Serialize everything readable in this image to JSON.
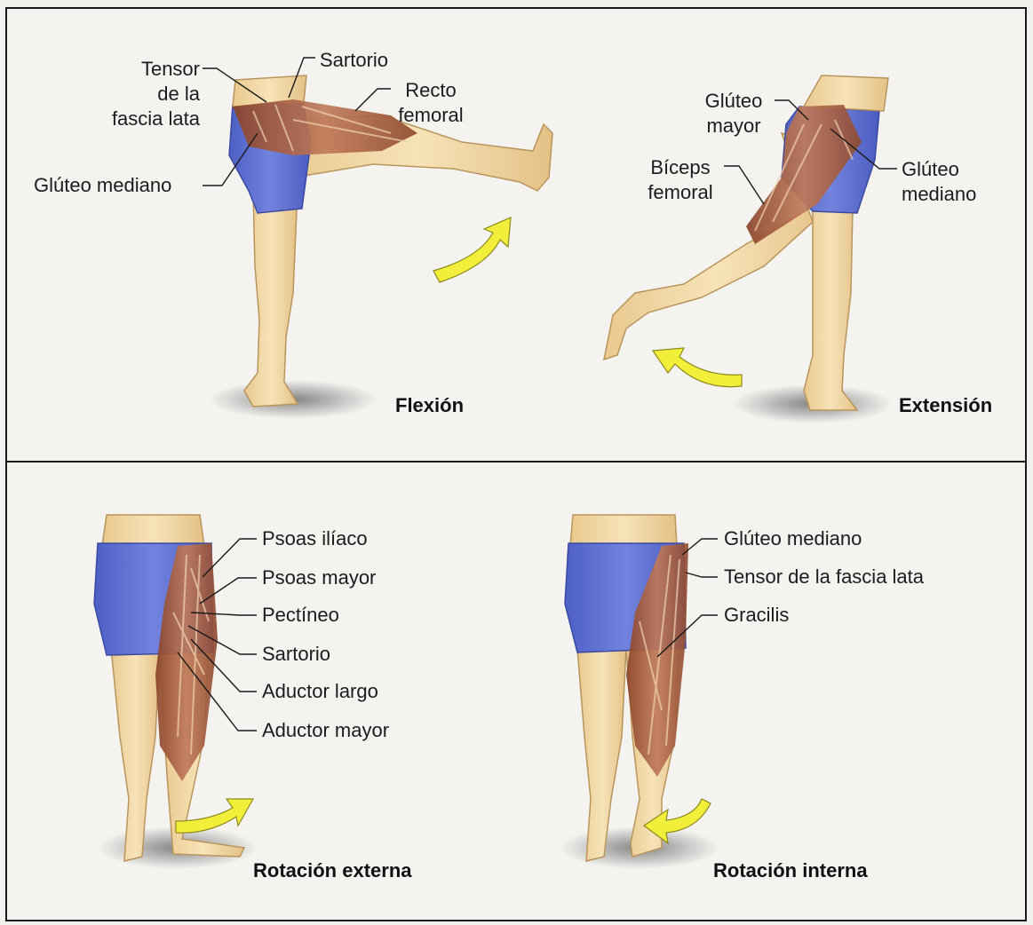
{
  "panels": [
    {
      "id": "flexion",
      "caption": "Flexión",
      "labels": {
        "tensor": "Tensor\nde la\nfascia lata",
        "sartorio": "Sartorio",
        "recto": "Recto\nfemoral",
        "gluteo_mediano": "Glúteo mediano"
      }
    },
    {
      "id": "extension",
      "caption": "Extensión",
      "labels": {
        "gluteo_mayor": "Glúteo\nmayor",
        "biceps": "Bíceps\nfemoral",
        "gluteo_mediano": "Glúteo\nmediano"
      }
    },
    {
      "id": "rotacion-externa",
      "caption": "Rotación externa",
      "labels": {
        "psoas_iliaco": "Psoas ilíaco",
        "psoas_mayor": "Psoas mayor",
        "pectineo": "Pectíneo",
        "sartorio": "Sartorio",
        "aductor_largo": "Aductor largo",
        "aductor_mayor": "Aductor mayor"
      }
    },
    {
      "id": "rotacion-interna",
      "caption": "Rotación interna",
      "labels": {
        "gluteo_mediano": "Glúteo mediano",
        "tensor": "Tensor de la fascia lata",
        "gracilis": "Gracilis"
      }
    }
  ],
  "colors": {
    "shorts": "#5b6fd0",
    "skin": "#f2d9a8",
    "muscle": "#a0573a",
    "arrow": "#f2ef3a",
    "frame": "#1a1a1a",
    "background": "#f4f3f0"
  }
}
